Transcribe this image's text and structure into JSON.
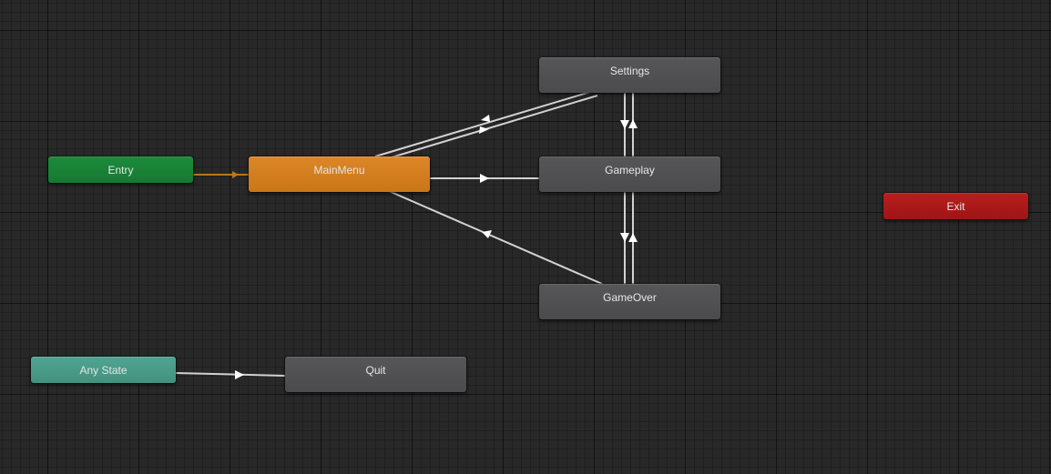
{
  "states": {
    "entry": {
      "label": "Entry"
    },
    "main_menu": {
      "label": "MainMenu"
    },
    "settings": {
      "label": "Settings"
    },
    "gameplay": {
      "label": "Gameplay"
    },
    "game_over": {
      "label": "GameOver"
    },
    "exit": {
      "label": "Exit"
    },
    "any_state": {
      "label": "Any State"
    },
    "quit": {
      "label": "Quit"
    }
  },
  "transitions": [
    {
      "from": "Entry",
      "to": "MainMenu",
      "default": true
    },
    {
      "from": "MainMenu",
      "to": "Settings"
    },
    {
      "from": "Settings",
      "to": "MainMenu"
    },
    {
      "from": "MainMenu",
      "to": "Gameplay"
    },
    {
      "from": "Gameplay",
      "to": "Settings"
    },
    {
      "from": "Settings",
      "to": "Gameplay"
    },
    {
      "from": "Gameplay",
      "to": "GameOver"
    },
    {
      "from": "GameOver",
      "to": "Gameplay"
    },
    {
      "from": "GameOver",
      "to": "MainMenu"
    },
    {
      "from": "Any State",
      "to": "Quit"
    }
  ],
  "colors": {
    "canvas_background": "#282828",
    "transition_line": "#d2d2d2",
    "default_transition": "#b8791d",
    "entry_node": "#1c8a3b",
    "exit_node": "#b81e1e",
    "any_state_node": "#4fa491",
    "active_node": "#dc8628",
    "state_node": "#565658"
  }
}
